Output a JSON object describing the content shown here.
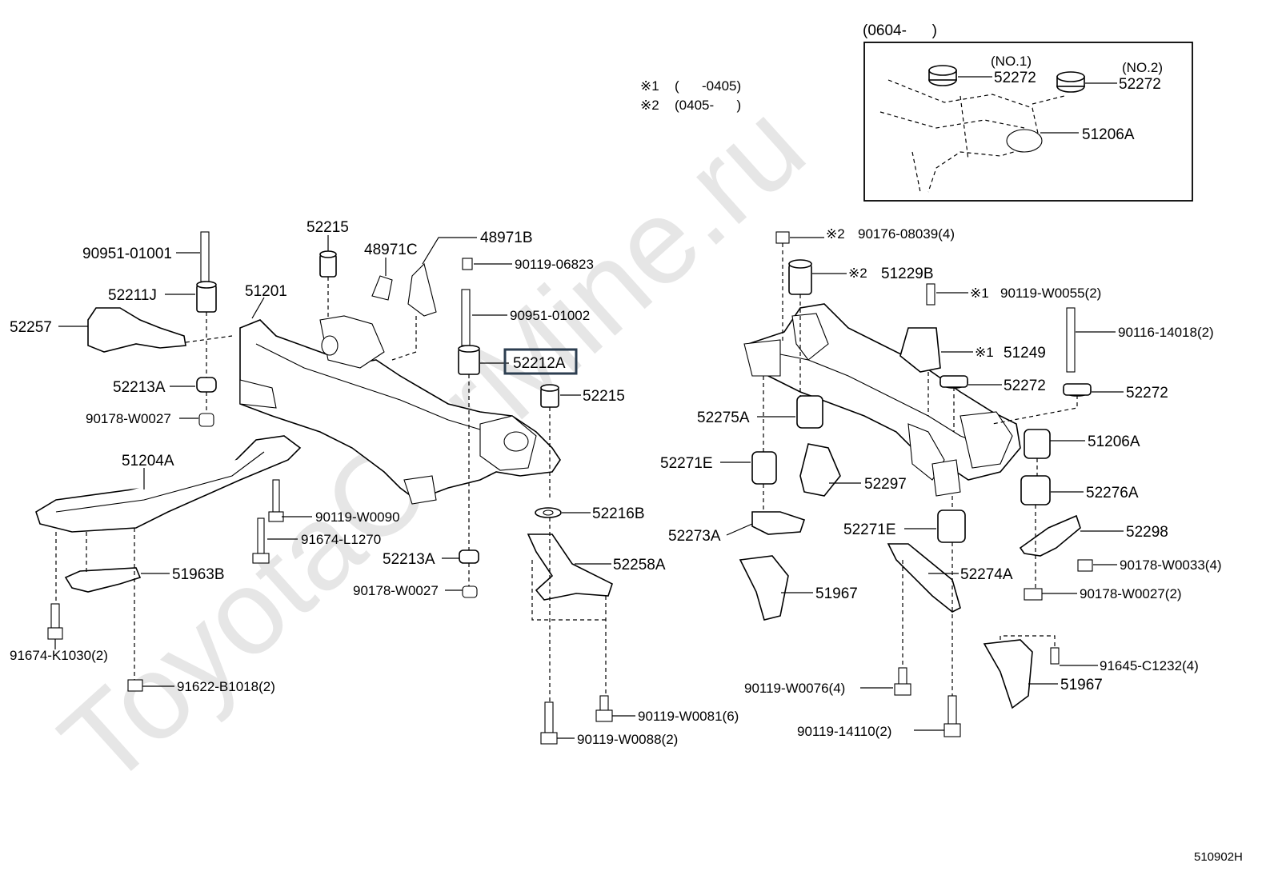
{
  "watermark": "ToyotaCarMine.ru",
  "figure_code": "510902H",
  "notes": [
    {
      "mark": "※1",
      "range": "(      -0405)"
    },
    {
      "mark": "※2",
      "range": "(0405-      )"
    }
  ],
  "inset": {
    "range": "(0604-      )",
    "labels": [
      "(NO.1)",
      "(NO.2)"
    ],
    "parts": [
      "52272",
      "52272",
      "51206A"
    ]
  },
  "highlighted_part": "52212A",
  "left_parts": [
    "90951-01001",
    "52211J",
    "52257",
    "52213A",
    "90178-W0027",
    "52215",
    "51201",
    "48971C",
    "48971B",
    "90119-06823",
    "90951-01002",
    "52212A",
    "52215",
    "51204A",
    "90119-W0090",
    "91674-L1270",
    "52216B",
    "52213A",
    "52258A",
    "90178-W0027",
    "51963B",
    "91674-K1030(2)",
    "91622-B1018(2)",
    "90119-W0081(6)",
    "90119-W0088(2)"
  ],
  "right_parts": [
    "90176-08039(4)",
    "51229B",
    "90119-W0055(2)",
    "90116-14018(2)",
    "51249",
    "52272",
    "52272",
    "52275A",
    "51206A",
    "52271E",
    "52297",
    "52276A",
    "52273A",
    "52271E",
    "52298",
    "52274A",
    "90178-W0033(4)",
    "51967",
    "90178-W0027(2)",
    "91645-C1232(4)",
    "51967",
    "90119-W0076(4)",
    "90119-14110(2)"
  ],
  "right_marks": [
    "※2",
    "※2",
    "※1",
    "※1"
  ]
}
